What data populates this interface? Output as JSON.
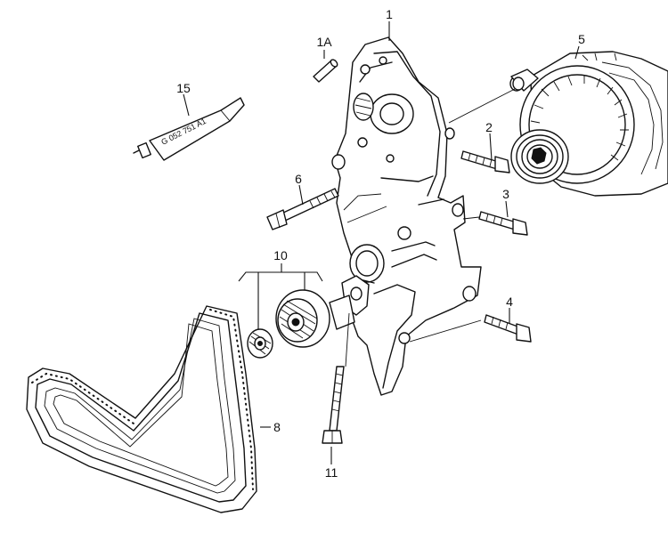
{
  "diagram": {
    "callouts": {
      "p1": "1",
      "p1a": "1A",
      "p2": "2",
      "p3": "3",
      "p4": "4",
      "p5": "5",
      "p6": "6",
      "p8": "8",
      "p10": "10",
      "p11": "11",
      "p15": "15"
    },
    "sealant_tube_label": "G 052 751 A1"
  }
}
